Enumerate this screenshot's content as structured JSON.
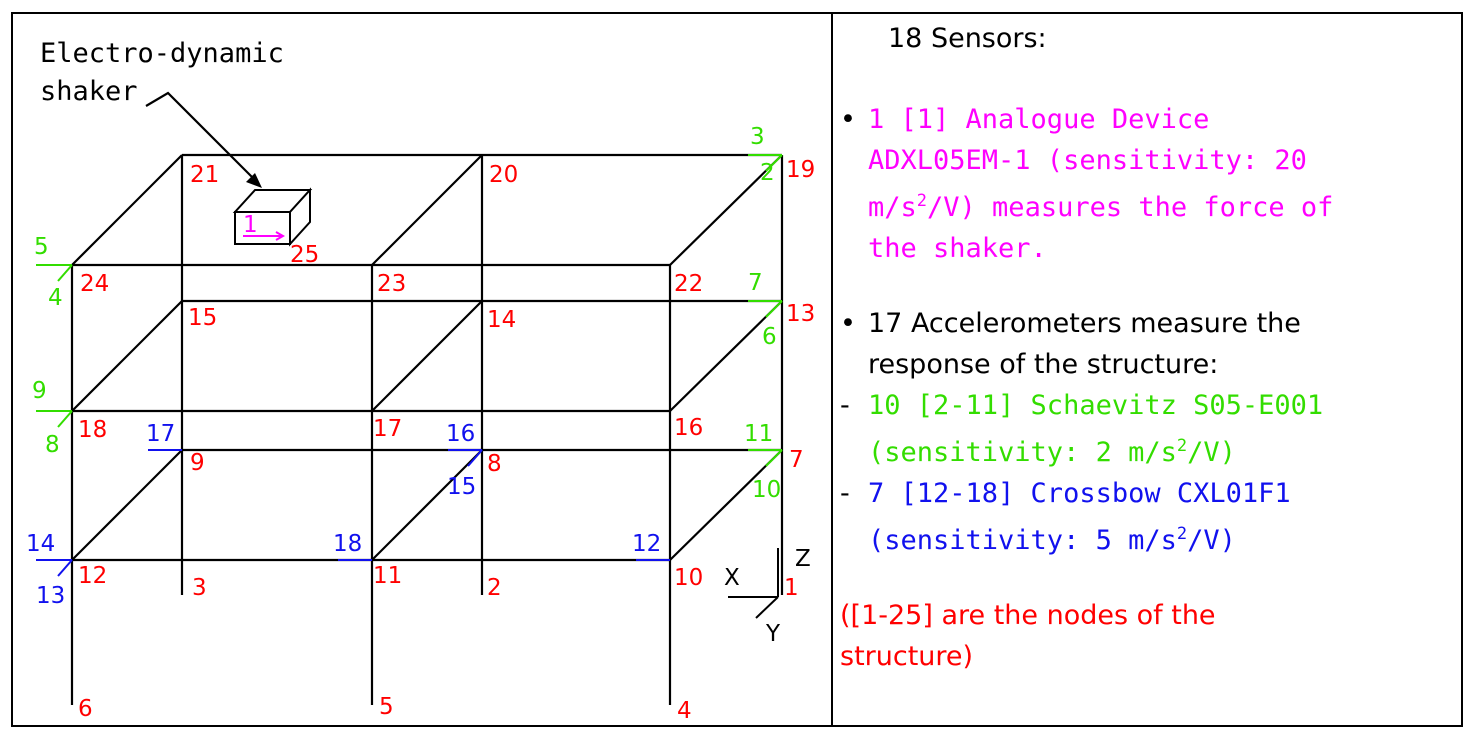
{
  "colors": {
    "node": "#ff0000",
    "shaker_sensor": "#ff00ff",
    "schaevitz": "#33dd00",
    "crossbow": "#1111ee",
    "frame": "#000000",
    "text": "#000000"
  },
  "diagram": {
    "shaker_label_line1": "Electro-dynamic",
    "shaker_label_line2": "shaker",
    "axes": {
      "x": "X",
      "y": "Y",
      "z": "Z"
    },
    "nodes": [
      "1",
      "2",
      "3",
      "4",
      "5",
      "6",
      "7",
      "8",
      "9",
      "10",
      "11",
      "12",
      "13",
      "14",
      "15",
      "16",
      "17",
      "18",
      "19",
      "20",
      "21",
      "22",
      "23",
      "24",
      "25"
    ],
    "sensors": {
      "shaker": [
        "1"
      ],
      "schaevitz": [
        "2",
        "3",
        "4",
        "5",
        "6",
        "7",
        "8",
        "9",
        "10",
        "11"
      ],
      "crossbow": [
        "12",
        "13",
        "14",
        "15",
        "16",
        "17",
        "18"
      ]
    }
  },
  "legend": {
    "heading": "18 Sensors:",
    "shaker_item": {
      "line1": "1 [1] Analogue Device",
      "line2": "ADXL05EM-1 (sensitivity: 20",
      "line3a": "m/s",
      "sup": "2",
      "line3b": "/V) measures the force of",
      "line4": "the shaker."
    },
    "accel_item": {
      "line1": "17 Accelerometers measure the",
      "line2": "response of the structure:"
    },
    "dash": "-",
    "schaevitz_item": {
      "line1": "10 [2-11] Schaevitz S05-E001",
      "line2a": "(sensitivity: 2 m/s",
      "sup": "2",
      "line2b": "/V)"
    },
    "crossbow_item": {
      "line1": "7 [12-18] Crossbow CXL01F1",
      "line2a": "(sensitivity: 5 m/s",
      "sup": "2",
      "line2b": "/V)"
    },
    "note_line1": "([1-25] are the nodes of the",
    "note_line2": "structure)"
  }
}
